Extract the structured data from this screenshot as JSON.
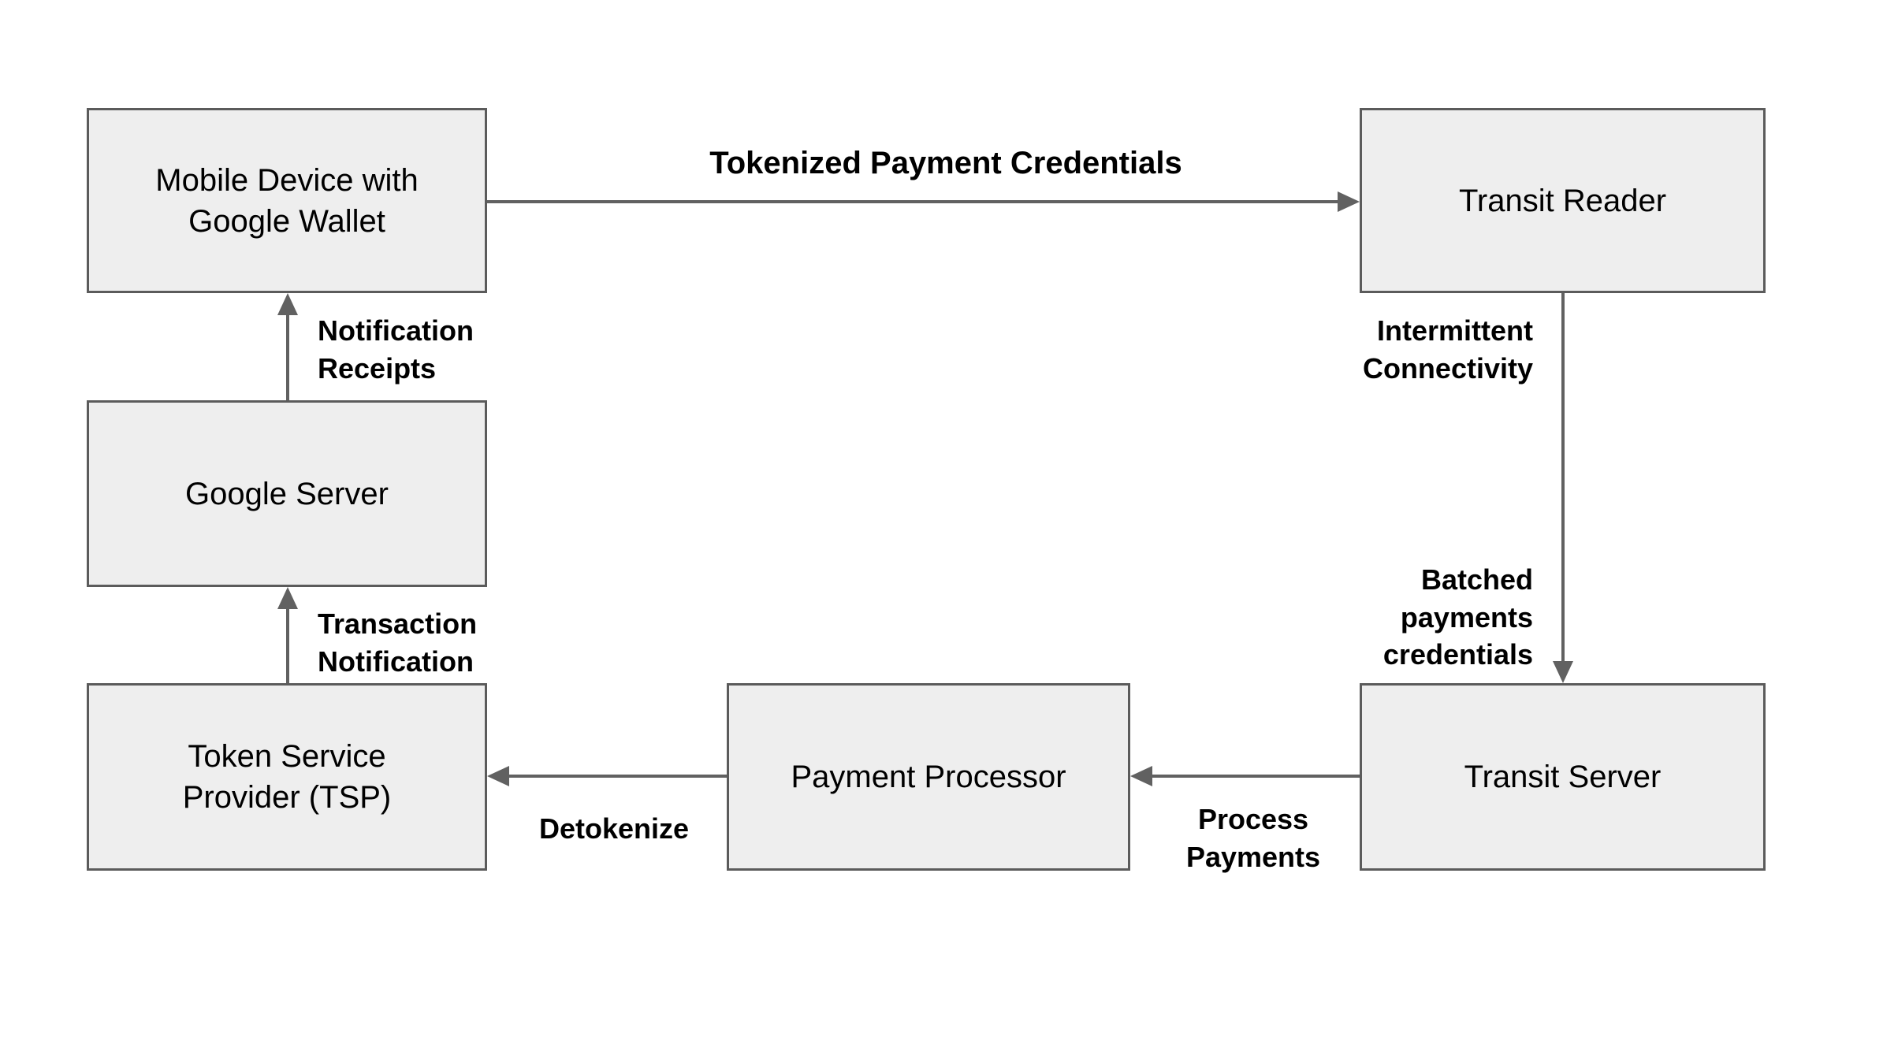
{
  "diagram": {
    "colors": {
      "background": "#ffffff",
      "node_fill": "#eeeeee",
      "node_border": "#5b5b5b",
      "arrow": "#616161",
      "text": "#000000"
    },
    "nodes": {
      "mobile_device": {
        "lines": [
          "Mobile Device with",
          "Google Wallet"
        ]
      },
      "transit_reader": {
        "lines": [
          "Transit Reader"
        ]
      },
      "google_server": {
        "lines": [
          "Google Server"
        ]
      },
      "tsp": {
        "lines": [
          "Token Service",
          "Provider (TSP)"
        ]
      },
      "payment_processor": {
        "lines": [
          "Payment Processor"
        ]
      },
      "transit_server": {
        "lines": [
          "Transit Server"
        ]
      }
    },
    "edges": {
      "tokenized": {
        "from": "mobile_device",
        "to": "transit_reader",
        "direction": "right",
        "lines": [
          "Tokenized Payment Credentials"
        ]
      },
      "intermittent": {
        "from": "transit_reader",
        "to": "transit_server",
        "direction": "down",
        "lines": [
          "Intermittent",
          "Connectivity"
        ]
      },
      "batched": {
        "from": "transit_reader",
        "to": "transit_server",
        "direction": "down",
        "lines": [
          "Batched",
          "payments",
          "credentials"
        ]
      },
      "process_payments": {
        "from": "transit_server",
        "to": "payment_processor",
        "direction": "left",
        "lines": [
          "Process",
          "Payments"
        ]
      },
      "detokenize": {
        "from": "payment_processor",
        "to": "tsp",
        "direction": "left",
        "lines": [
          "Detokenize"
        ]
      },
      "transaction_notification": {
        "from": "tsp",
        "to": "google_server",
        "direction": "up",
        "lines": [
          "Transaction",
          "Notification"
        ]
      },
      "notification_receipts": {
        "from": "google_server",
        "to": "mobile_device",
        "direction": "up",
        "lines": [
          "Notification",
          "Receipts"
        ]
      }
    }
  }
}
